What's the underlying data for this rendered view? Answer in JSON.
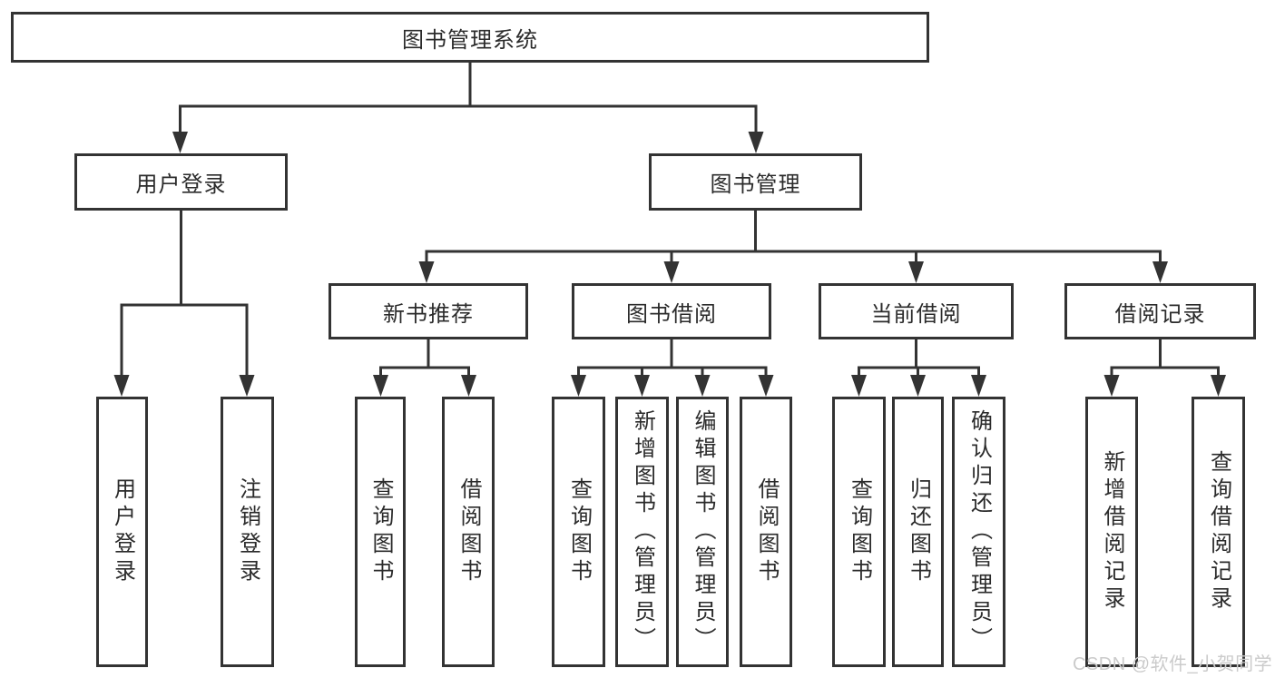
{
  "diagram_title": "图书管理系统",
  "tree": {
    "label": "图书管理系统",
    "children": [
      {
        "label": "用户登录",
        "children": [
          {
            "label": "用户登录"
          },
          {
            "label": "注销登录"
          }
        ]
      },
      {
        "label": "图书管理",
        "children": [
          {
            "label": "新书推荐",
            "children": [
              {
                "label": "查询图书"
              },
              {
                "label": "借阅图书"
              }
            ]
          },
          {
            "label": "图书借阅",
            "children": [
              {
                "label": "查询图书"
              },
              {
                "label": "新增图书（管理员）"
              },
              {
                "label": "编辑图书（管理员）"
              },
              {
                "label": "借阅图书"
              }
            ]
          },
          {
            "label": "当前借阅",
            "children": [
              {
                "label": "查询图书"
              },
              {
                "label": "归还图书"
              },
              {
                "label": "确认归还（管理员）"
              }
            ]
          },
          {
            "label": "借阅记录",
            "children": [
              {
                "label": "新增借阅记录"
              },
              {
                "label": "查询借阅记录"
              }
            ]
          }
        ]
      }
    ]
  },
  "watermark": "CSDN @软件_小贺同学",
  "colors": {
    "line": "#333333",
    "box_border": "#333333",
    "box_fill": "#ffffff",
    "text": "#2b2b2b",
    "watermark": "#cbcbcb",
    "background": "#ffffff"
  }
}
